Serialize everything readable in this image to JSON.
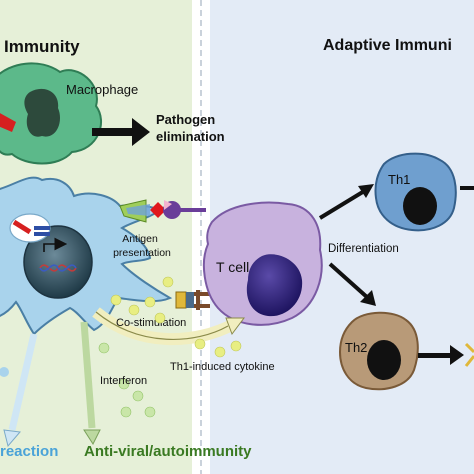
{
  "sections": {
    "innate_title": "Immunity",
    "adaptive_title": "Adaptive Immuni"
  },
  "labels": {
    "macrophage": "Macrophage",
    "pathogen_line1": "Pathogen",
    "pathogen_line2": "elimination",
    "antigen_line1": "Antigen",
    "antigen_line2": "presentation",
    "t_cell": "T cell",
    "differentiation": "Differentiation",
    "th1": "Th1",
    "th2": "Th2",
    "co_stimulation": "Co-stimulation",
    "th1_cytokine": "Th1-induced cytokine",
    "interferon": "Interferon",
    "reaction": "reaction",
    "antiviral": "Anti-viral/autoimmunity"
  },
  "colors": {
    "innate_bg": "#e6f0d8",
    "adaptive_bg": "#e3ebf6",
    "macrophage": "#5cb98a",
    "dendritic": "#a9d3ec",
    "t_cell": "#c8b2de",
    "th1": "#6f9fcf",
    "th2": "#b89a78",
    "reaction_text": "#4aa3d8",
    "antiviral_text": "#3a7a22"
  },
  "icons": [
    "dna-helix-icon",
    "mhc-antigen-icon",
    "costim-receptor-icon",
    "cytokine-dot-icon"
  ]
}
